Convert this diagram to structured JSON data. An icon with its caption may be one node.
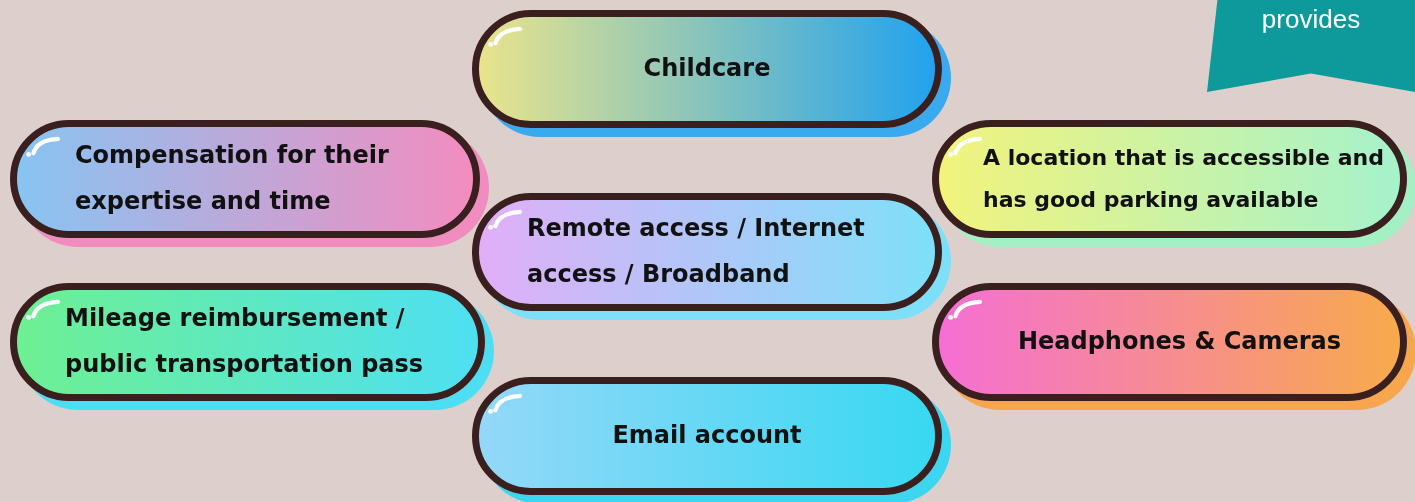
{
  "diagram": {
    "nodes": [
      {
        "text": [
          "Childcare"
        ]
      },
      {
        "text": [
          "Compensation for their expertise and time"
        ]
      },
      {
        "text": [
          "A location that is accessible and has good parking available"
        ]
      },
      {
        "text": [
          "Remote access / Internet access / Broadband"
        ]
      },
      {
        "text": [
          "Mileage reimbursement / public transportation pass"
        ]
      },
      {
        "text": [
          "Headphones & Cameras"
        ]
      },
      {
        "text": [
          "Email account"
        ]
      },
      {
        "text": [
          "provides"
        ]
      }
    ]
  }
}
